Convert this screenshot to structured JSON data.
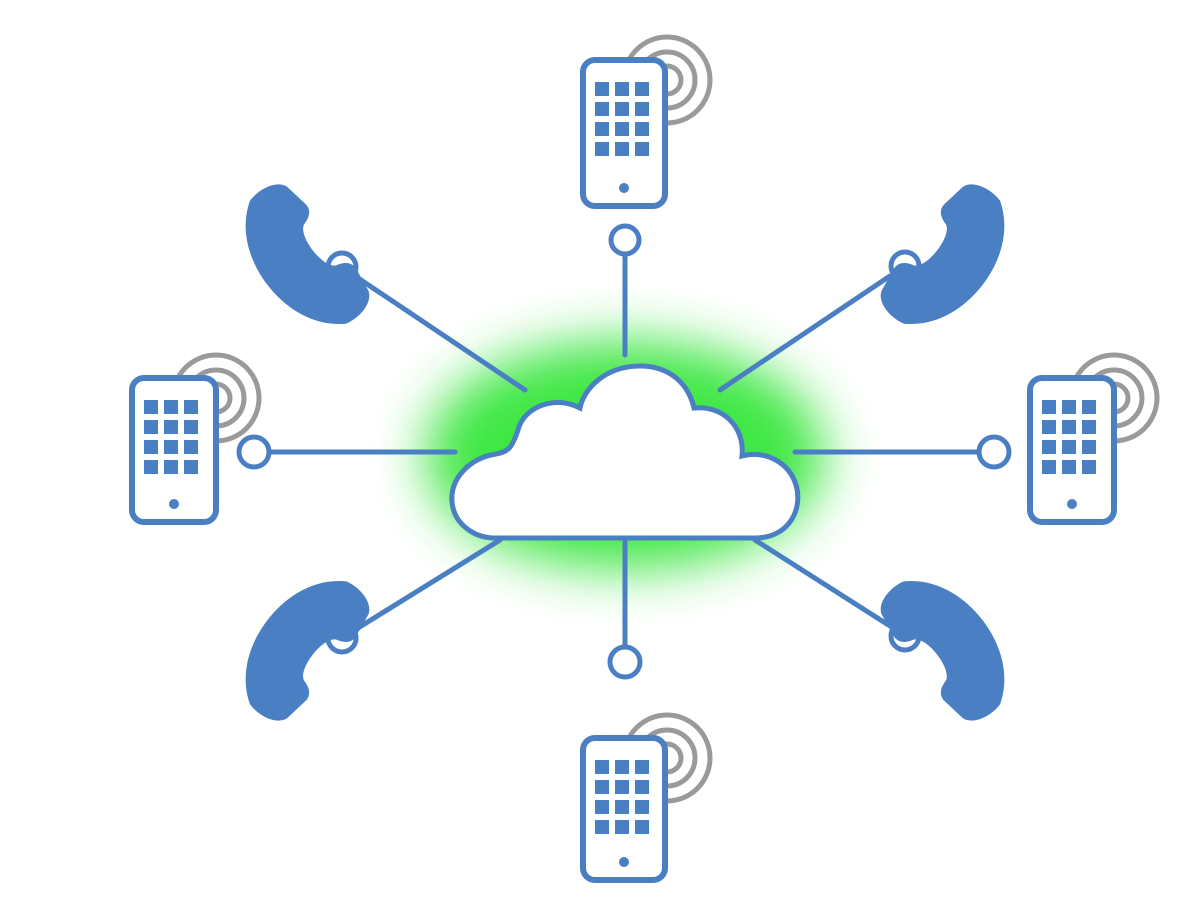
{
  "colors": {
    "device": "#4a7fc4",
    "signal": "#9a9a9a",
    "glow": "#35e63a",
    "cloud_fill": "#ffffff",
    "background": "#ffffff"
  },
  "hub": {
    "icon": "cloud-icon"
  },
  "nodes": [
    {
      "kind": "mobile-phone",
      "position": "top",
      "icon": "mobile-phone-icon",
      "signal": true
    },
    {
      "kind": "telephone-handset",
      "position": "top-left",
      "icon": "telephone-handset-icon"
    },
    {
      "kind": "telephone-handset",
      "position": "top-right",
      "icon": "telephone-handset-icon"
    },
    {
      "kind": "mobile-phone",
      "position": "left",
      "icon": "mobile-phone-icon",
      "signal": true
    },
    {
      "kind": "mobile-phone",
      "position": "right",
      "icon": "mobile-phone-icon",
      "signal": true
    },
    {
      "kind": "telephone-handset",
      "position": "bottom-left",
      "icon": "telephone-handset-icon"
    },
    {
      "kind": "telephone-handset",
      "position": "bottom-right",
      "icon": "telephone-handset-icon"
    },
    {
      "kind": "mobile-phone",
      "position": "bottom",
      "icon": "mobile-phone-icon",
      "signal": true
    }
  ]
}
